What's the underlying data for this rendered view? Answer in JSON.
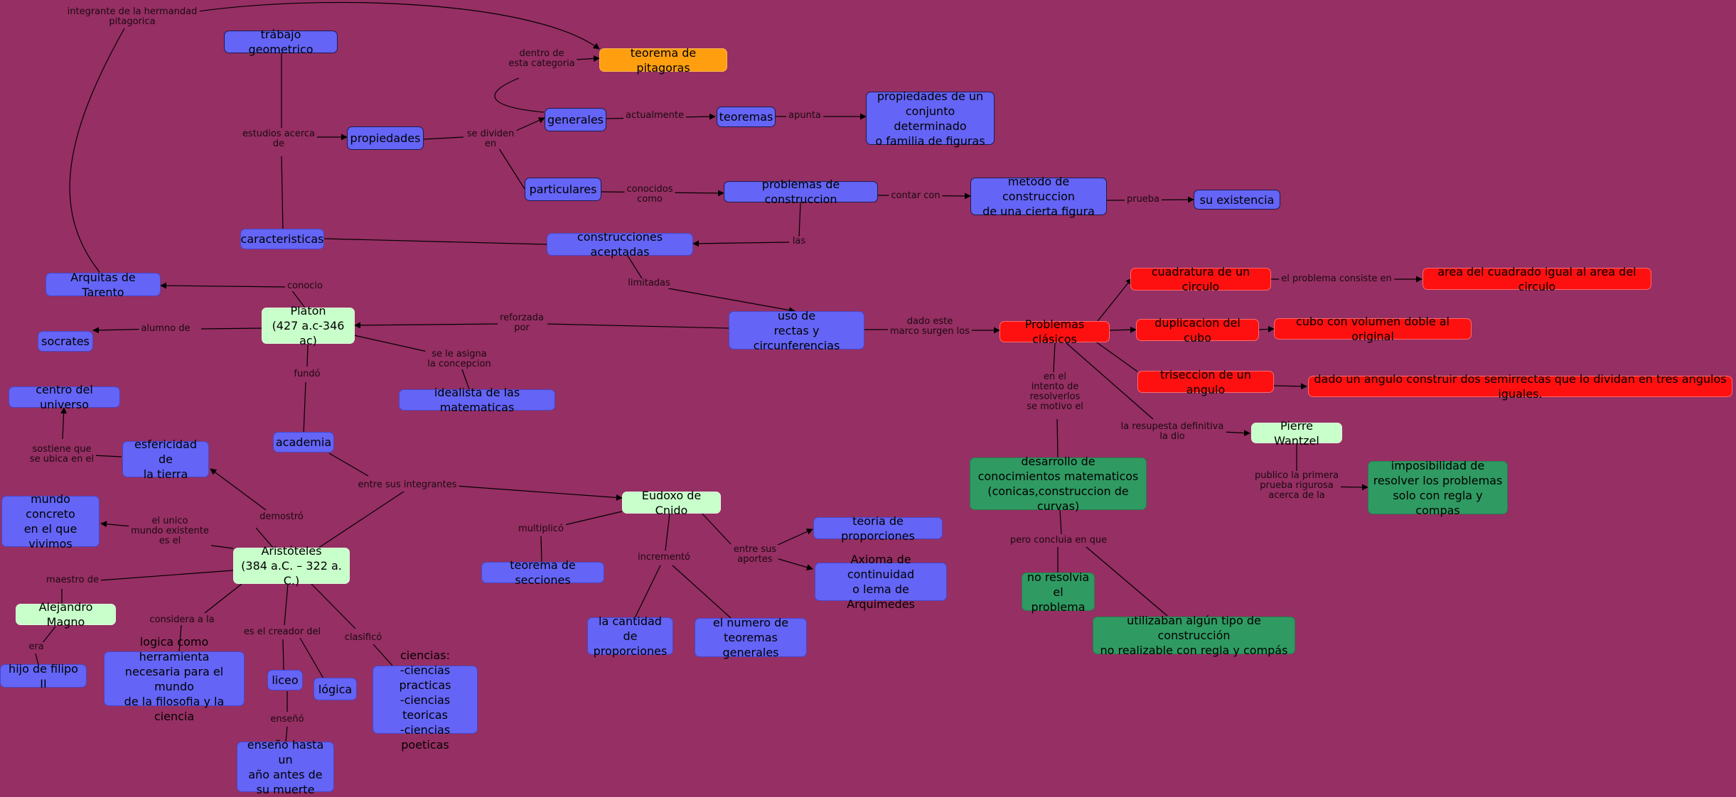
{
  "nodes": {
    "trabajo": "trábajo geometrico",
    "pitagoras": "teorema de pitagoras",
    "generales": "generales",
    "teoremas": "teoremas",
    "conjunto": "propiedades de un\nconjunto determinado\no familia de figuras",
    "propiedades": "propiedades",
    "particulares": "particulares",
    "problemas": "problemas de  construccion",
    "metodo": "metodo de construccion\nde una cierta figura",
    "existencia": "su existencia",
    "caracteristicas": "caracteristicas",
    "aceptadas": "construcciones aceptadas",
    "arquitas": "Arquitas de Tarento",
    "platon": "Platon\n(427 a.c-346 ac)",
    "socrates": "socrates",
    "uso": "uso de\nrectas y circunferencias",
    "clasicos": "Problemas clásicos",
    "cuadratura": "cuadratura de un circulo",
    "area": "area del cuadrado igual al area del circulo",
    "duplicacion": "duplicacion del  cubo",
    "cubo": "cubo con volumen doble al original",
    "triseccion": "triseccion de un angulo",
    "angulo": "dado un angulo construir dos semirrectas que lo dividan en tres angulos iguales.",
    "centro": "centro del universo",
    "idealista": "idealista de las matematicas",
    "pierre": "Pierre Wantzel",
    "academia": "academia",
    "esfericidad": "esfericidad de\nla tierra",
    "desarrollo": "desarrollo de\nconocimientos matematicos\n(conicas,construccion de curvas)",
    "imposibilidad": "imposibilidad de\nresolver los problemas\nsolo con regla y compas",
    "mundo": "mundo concreto\nen el que\nvivimos",
    "eudoxo": "Eudoxo de Cnido",
    "teoria": "teoria de proporciones",
    "aristoteles": "Aristóteles\n(384 a.C. – 322 a. C.)",
    "secciones": "teorema de secciones",
    "axioma": "Axioma de continuidad\no lema de Arquimedes",
    "noresolvia": "no resolvia\nel problema",
    "alejandro": "Alejandro Magno",
    "utilizaban": "utilizaban algún tipo de construcción\nno realizable con regla y compás",
    "cantidad": "la cantidad de\nproporciones",
    "numero": "el numero de\nteoremas generales",
    "hijo": "hijo de filipo II",
    "logica_h": "logica como herramienta\nnecesaria para el mundo\nde la filosofia y la ciencia",
    "liceo": "liceo",
    "logica": "lógica",
    "ciencias": "ciencias:\n-ciencias practicas\n-ciencias teoricas\n-ciencias poeticas",
    "enseno": "enseño hasta un\naño antes de\nsu muerte"
  },
  "labels": {
    "integrante": "integrante de la hermandad\npitagorica",
    "dentro": "dentro de\nesta categoria",
    "actualmente": "actualmente",
    "apunta": "apunta",
    "estudios": "estudios acerca\nde",
    "sedividen": "se dividen\nen",
    "conocidos": "conocidos\ncomo",
    "contar": "contar con",
    "prueba": "prueba",
    "las": "las",
    "conocio": "conocio",
    "limitadas": "limitadas",
    "reforzada": "reforzada\npor",
    "dadoeste": "dado este\nmarco surgen los",
    "consiste": "el problema consiste en",
    "alumno": "alumno de",
    "asigna": "se le asigna\nla concepcion",
    "fundo": "fundó",
    "enelintento": "en el\nintento de\nresolverlos\nse motivo el",
    "resupesta": "la resupesta definitiva\nla dio",
    "sostiene": "sostiene que\nse ubica en el",
    "integrantes": "entre sus integrantes",
    "publico": "publico la primera\nprueba rigurosa\nacerca de la",
    "demostro": "demostró",
    "elunico": "el unico\nmundo existente\nes  el",
    "multiplico": "multiplicó",
    "pero": "pero concluia en que",
    "incremento": "incrementó",
    "aportes": "entre sus\naportes",
    "maestro": "maestro de",
    "considera": "considera a la",
    "creador": "es el creador del",
    "clasifico": "clasificó",
    "era": "era",
    "enseno_l": "enseñó"
  },
  "colors": {
    "background": "#962F63",
    "blue": "#6464F6",
    "green": "#2F9A62",
    "light": "#C8FFCA",
    "red": "#FF1010",
    "orange": "#FF9F10"
  }
}
